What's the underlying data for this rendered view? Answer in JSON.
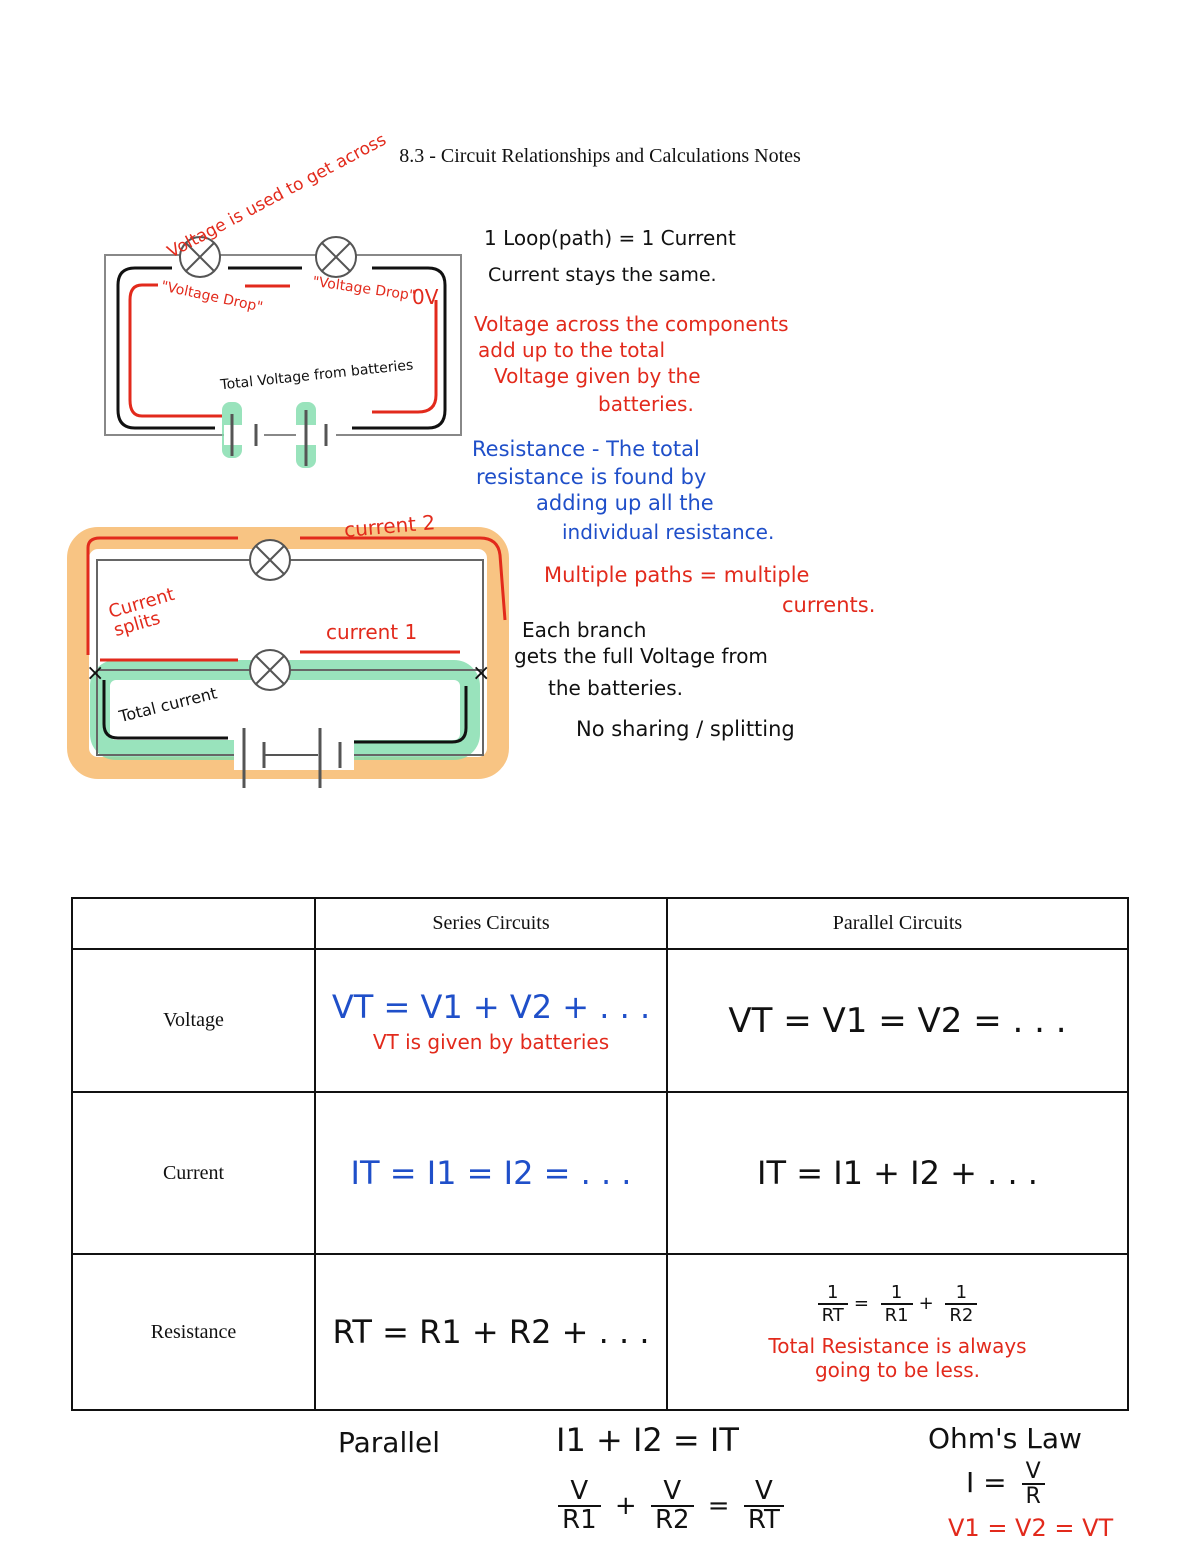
{
  "page": {
    "title": "8.3 - Circuit Relationships and Calculations Notes"
  },
  "series_diagram": {
    "note_top": "Voltage is used to get across",
    "drop_1": "\"Voltage Drop\"",
    "drop_2": "\"Voltage Drop\"",
    "zero_volts": "0V",
    "total_voltage": "Total Voltage from batteries"
  },
  "series_notes": {
    "line1": "1 Loop(path) = 1 Current",
    "line2": "Current stays the same.",
    "red1": "Voltage across the components",
    "red2": "add up to the total",
    "red3": "Voltage given by the",
    "red4": "batteries.",
    "blue1": "Resistance - The total",
    "blue2": "resistance is found by",
    "blue3": "adding up all the",
    "blue4": "individual resistance."
  },
  "parallel_diagram": {
    "current2": "current 2",
    "current1": "current 1",
    "splits": "Current splits",
    "total": "Total current"
  },
  "parallel_notes": {
    "red1": "Multiple paths = multiple",
    "red2": "currents.",
    "line1": "Each branch",
    "line2": "gets the full Voltage from",
    "line3": "the batteries.",
    "line4": "No sharing / splitting"
  },
  "table": {
    "headers": [
      "",
      "Series Circuits",
      "Parallel Circuits"
    ],
    "rows": [
      {
        "label": "Voltage",
        "series": "VT = V1 + V2 + . . .",
        "series_note": "VT is given by batteries",
        "parallel": "VT = V1 = V2 = . . ."
      },
      {
        "label": "Current",
        "series": "IT = I1 = I2 = . . .",
        "parallel": "IT = I1 + I2 + . . ."
      },
      {
        "label": "Resistance",
        "series": "RT = R1 + R2 + . . .",
        "parallel_num": "1",
        "parallel_den_t": "RT",
        "parallel_den_1": "R1",
        "parallel_den_2": "R2",
        "parallel_note1": "Total Resistance is always",
        "parallel_note2": "going to be less."
      }
    ]
  },
  "bottom": {
    "parallel_label": "Parallel",
    "eq_current": "I1 + I2 = IT",
    "v": "V",
    "r1": "R1",
    "r2": "R2",
    "rt": "RT",
    "ohm_title": "Ohm's Law",
    "ohm_i": "I =",
    "ohm_v": "V",
    "ohm_r": "R",
    "ohm_note": "V1 = V2 = VT"
  }
}
